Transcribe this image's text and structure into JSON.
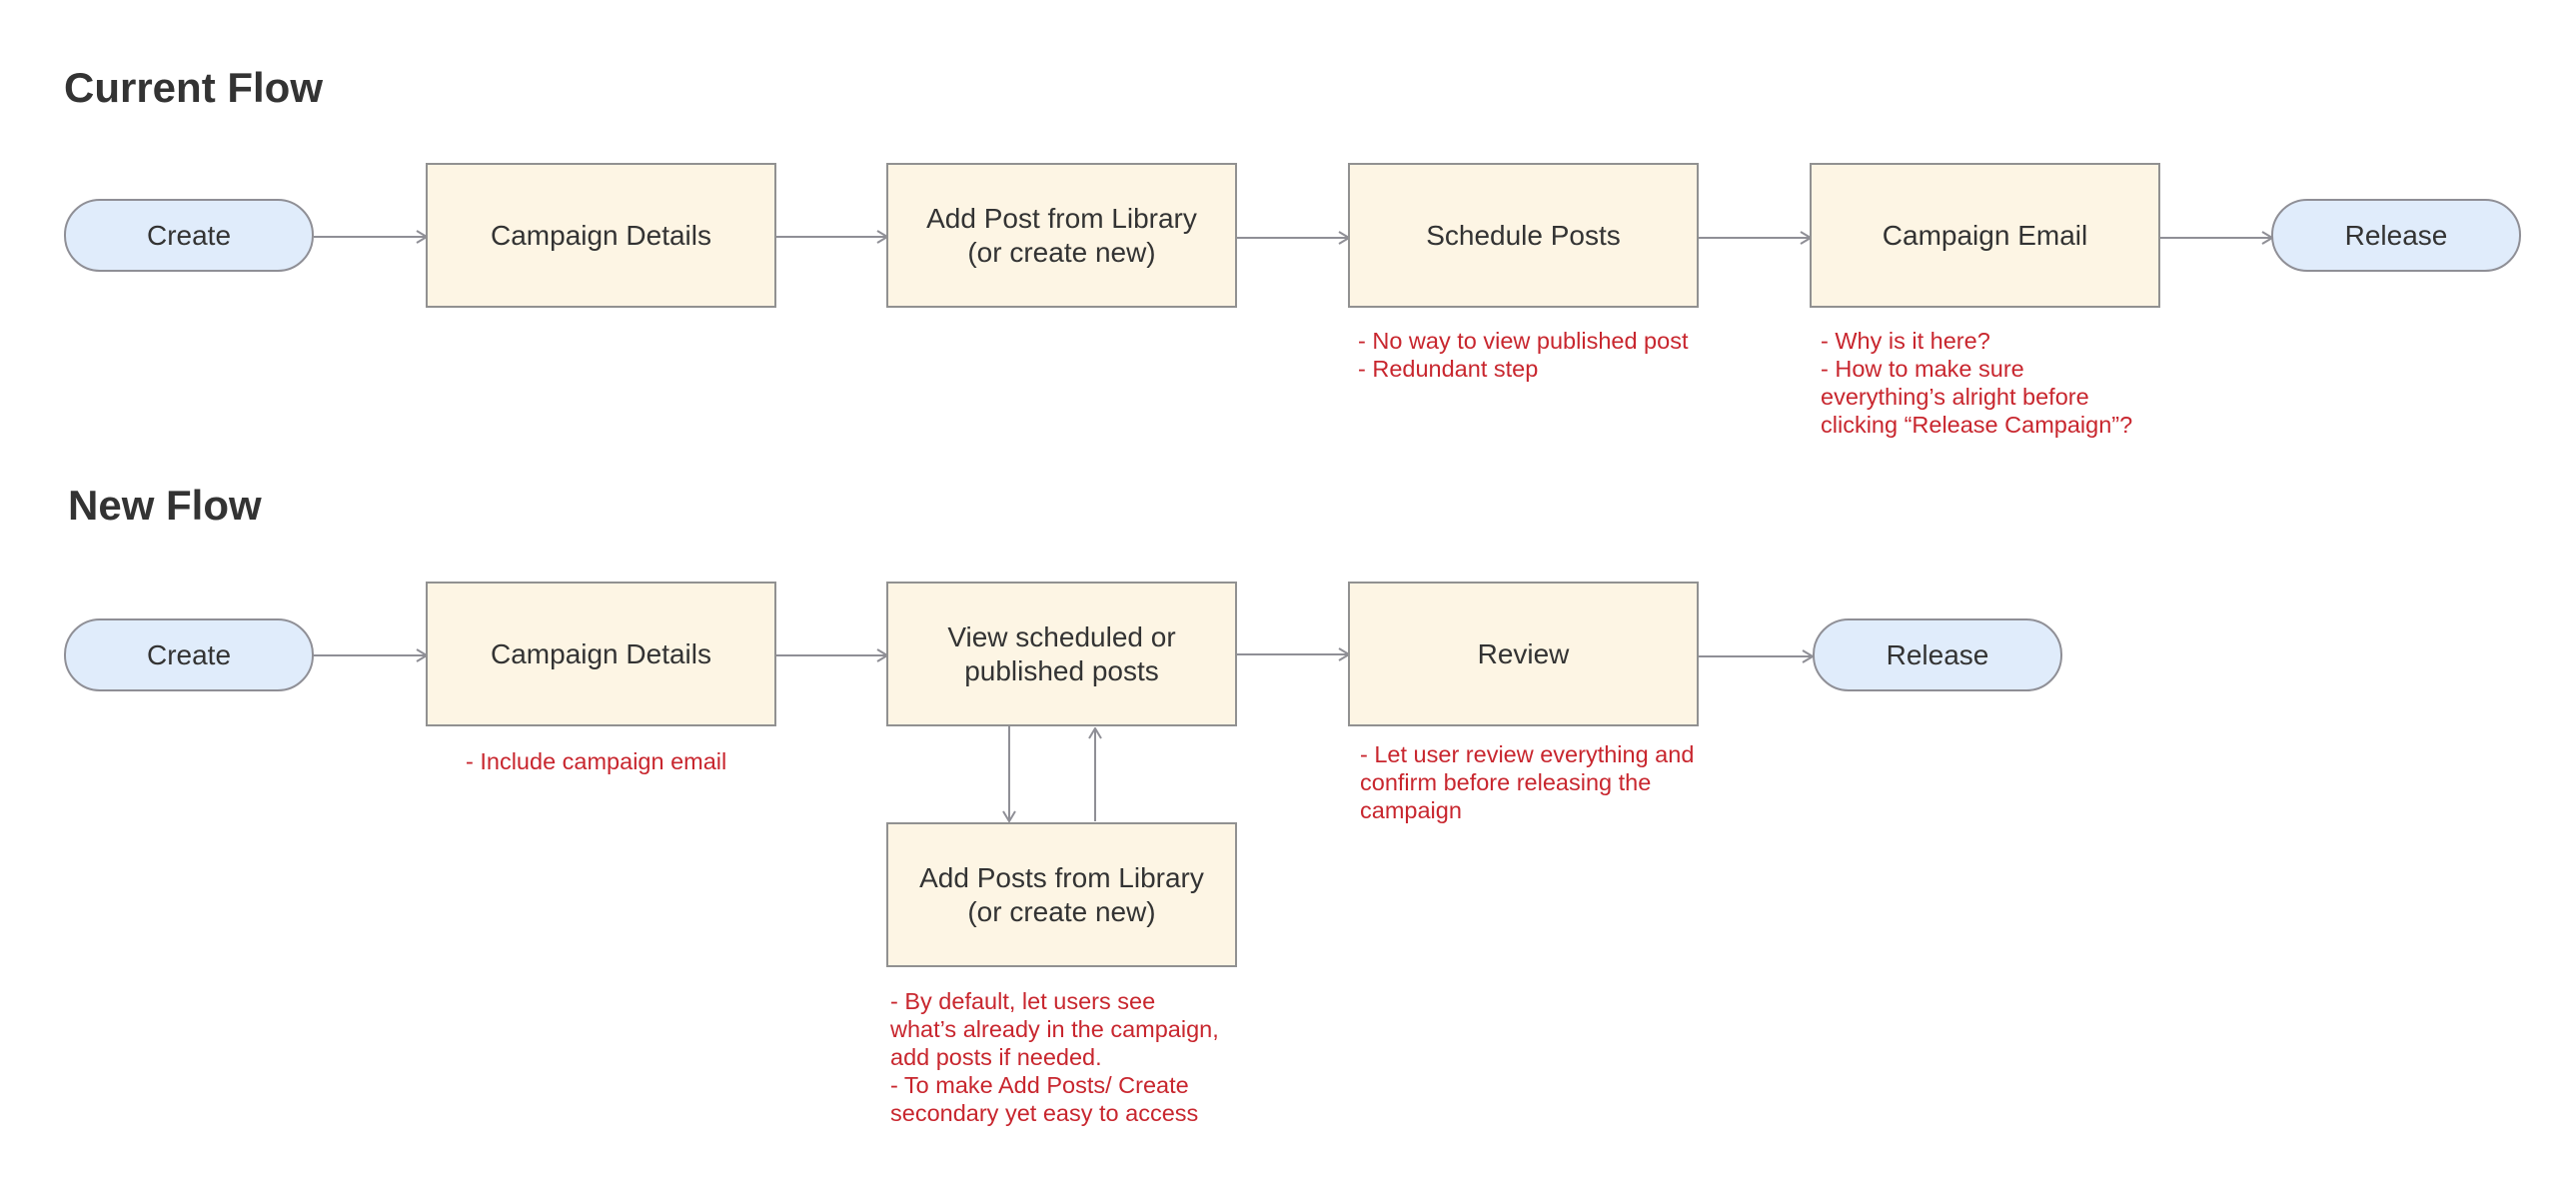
{
  "colors": {
    "note_red": "#c8262e",
    "terminal_fill": "#e0ecfb",
    "process_fill": "#fdf5e4",
    "border": "#919191",
    "arrow": "#8f8f96",
    "heading": "#333333"
  },
  "current_flow": {
    "title": "Current Flow",
    "nodes": {
      "create": "Create",
      "campaign_details": "Campaign Details",
      "add_post": "Add Post from Library\n(or create new)",
      "schedule_posts": "Schedule Posts",
      "campaign_email": "Campaign Email",
      "release": "Release"
    },
    "notes": {
      "schedule_posts": "- No way to view published post\n- Redundant step",
      "campaign_email": "- Why is it here?\n- How to make sure\neverything’s alright before\nclicking “Release Campaign”?"
    }
  },
  "new_flow": {
    "title": "New Flow",
    "nodes": {
      "create": "Create",
      "campaign_details": "Campaign Details",
      "view_posts": "View scheduled or\npublished posts",
      "review": "Review",
      "release": "Release",
      "add_posts": "Add Posts from Library\n(or create new)"
    },
    "notes": {
      "campaign_details": "- Include campaign email",
      "review": "- Let user review everything and\nconfirm before releasing the\ncampaign",
      "add_posts": "- By default, let users see\nwhat’s already in the campaign,\nadd posts if needed.\n- To make Add Posts/ Create\nsecondary yet easy to access"
    }
  }
}
